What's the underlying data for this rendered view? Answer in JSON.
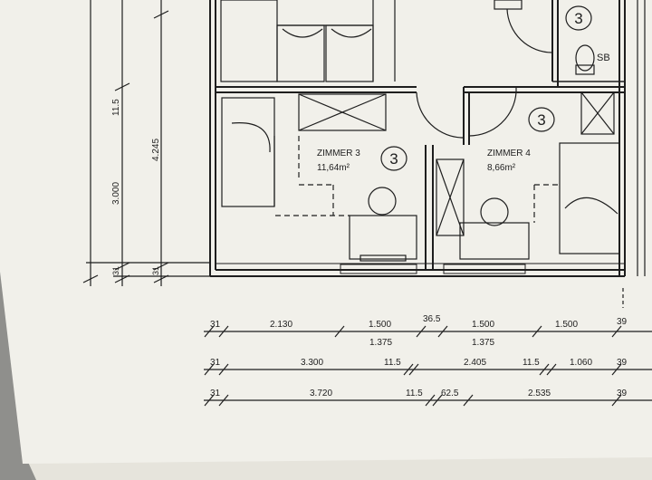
{
  "rooms": [
    {
      "name": "ZIMMER 3",
      "area": "11,64m²",
      "marker": "3"
    },
    {
      "name": "ZIMMER 4",
      "area": "8,66m²",
      "marker": "3"
    }
  ],
  "upper_room_marker": "3",
  "fixture_label": "SB",
  "vertical_dimensions": {
    "a": "11.5",
    "b": "3.000",
    "c": "4.245",
    "d": "31",
    "e": "31"
  },
  "dimension_rows": [
    {
      "values": [
        "31",
        "2.130",
        "1.500",
        "36.5",
        "1.500",
        "1.500",
        "39"
      ],
      "sub_values": [
        "1.375",
        "1.375"
      ]
    },
    {
      "values": [
        "31",
        "3.300",
        "11.5",
        "2.405",
        "11.5",
        "1.060",
        "39"
      ]
    },
    {
      "values": [
        "31",
        "3.720",
        "11.5",
        "62.5",
        "2.535",
        "39"
      ]
    }
  ]
}
